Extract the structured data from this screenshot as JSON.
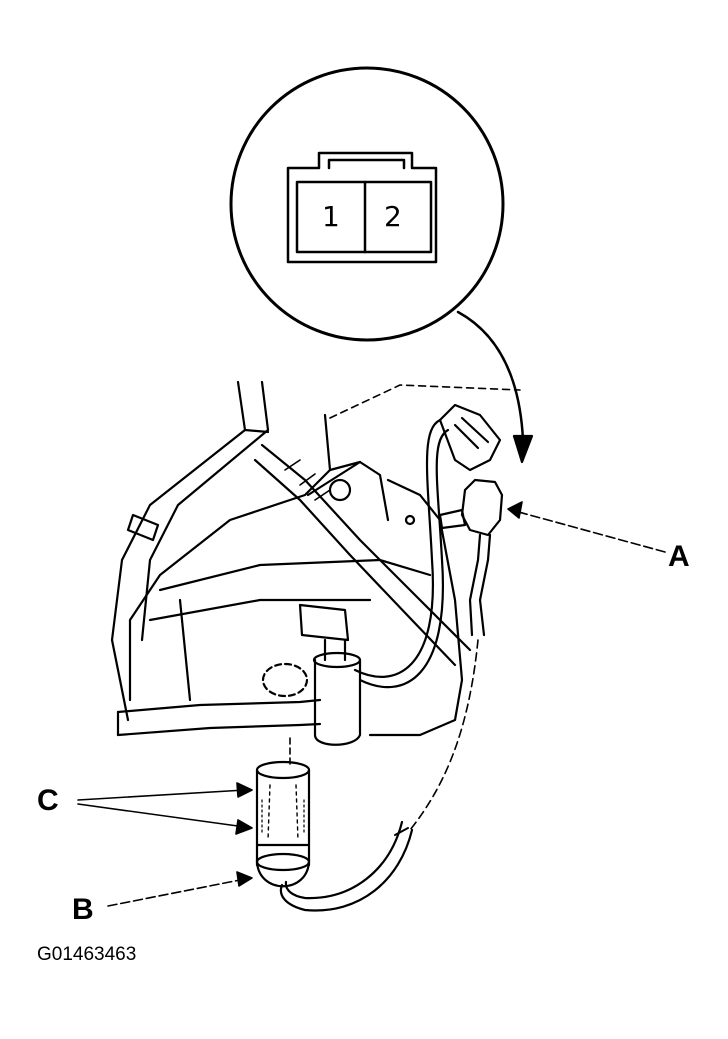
{
  "connector": {
    "pins": [
      "1",
      "2"
    ]
  },
  "callouts": {
    "a": "A",
    "b": "B",
    "c": "C"
  },
  "figure_id": "G01463463",
  "colors": {
    "ink": "#000000",
    "background": "#ffffff"
  }
}
